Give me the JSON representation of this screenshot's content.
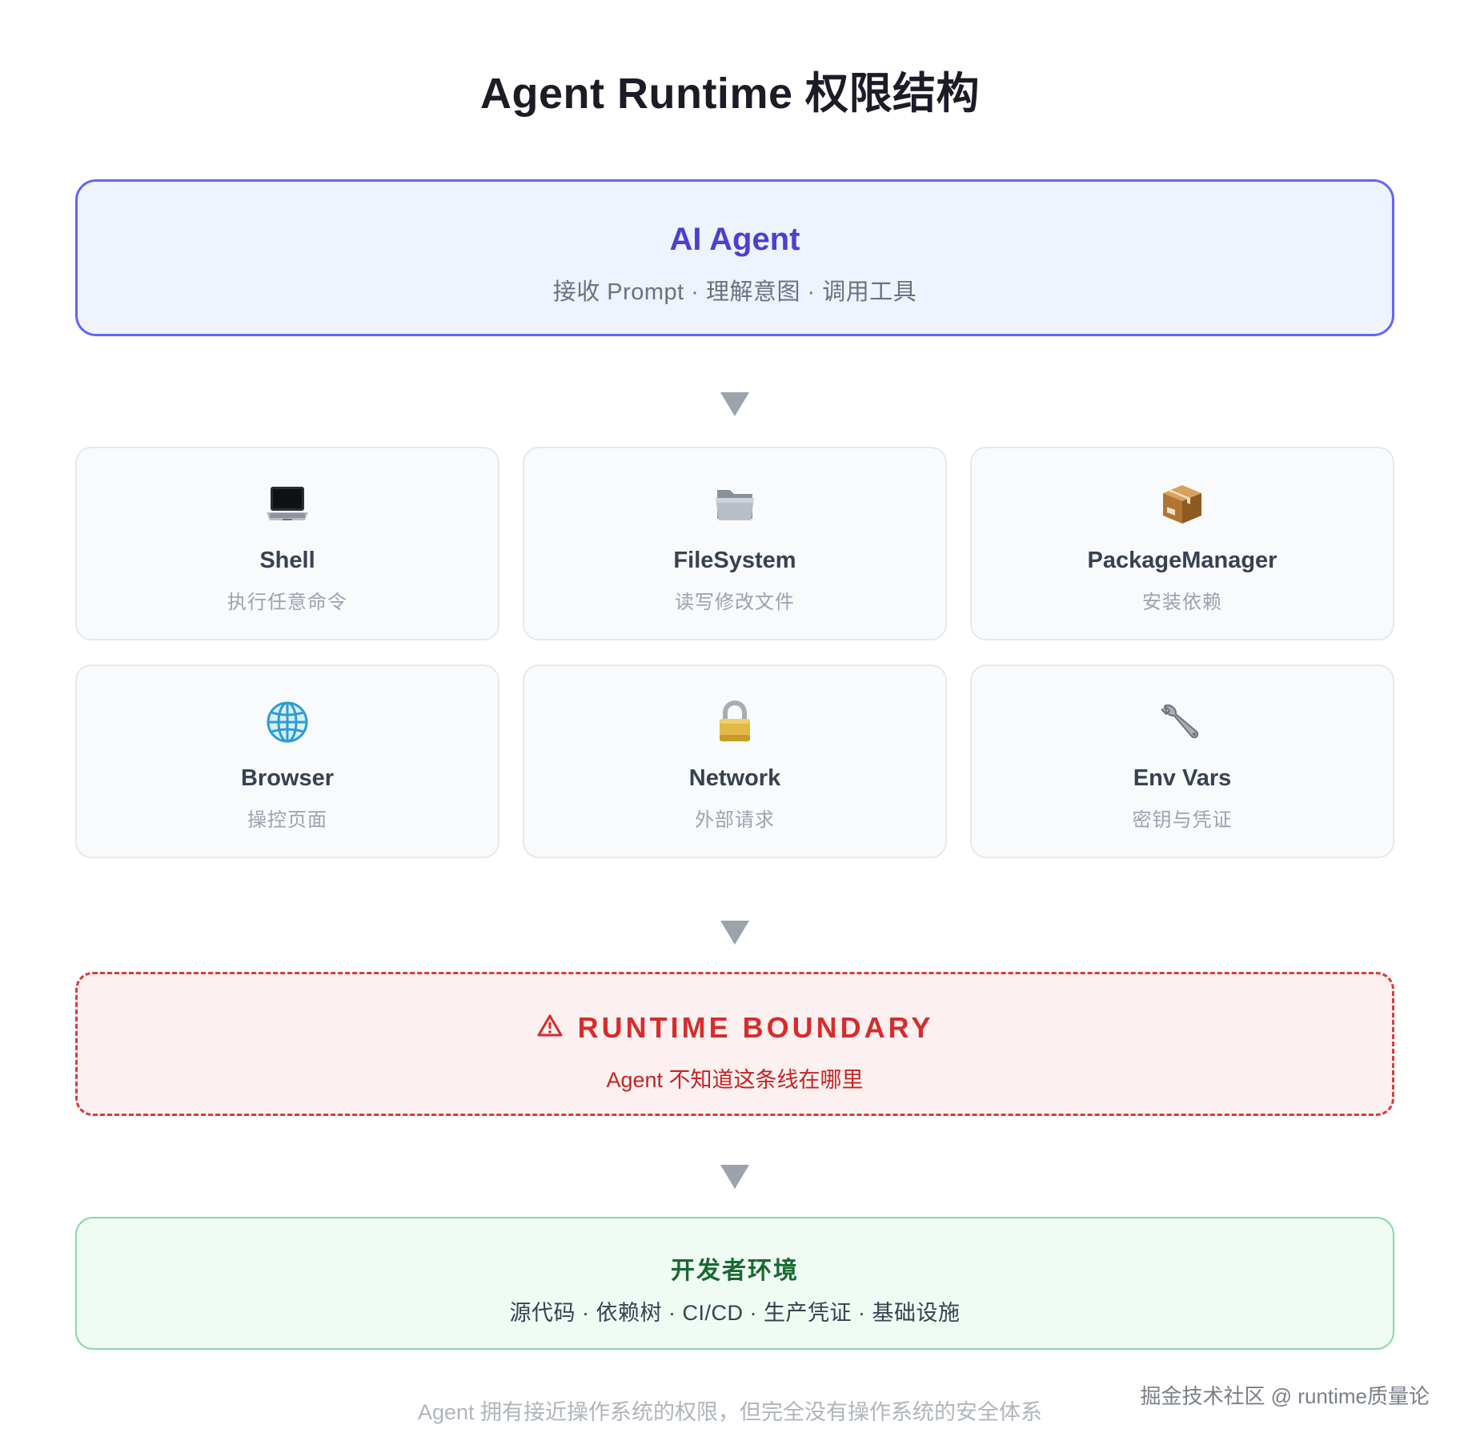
{
  "title": "Agent Runtime 权限结构",
  "agent": {
    "title": "AI Agent",
    "subtitle": "接收 Prompt · 理解意图 · 调用工具"
  },
  "tools": [
    {
      "icon": "laptop-icon",
      "name": "Shell",
      "desc": "执行任意命令"
    },
    {
      "icon": "folder-icon",
      "name": "FileSystem",
      "desc": "读写修改文件"
    },
    {
      "icon": "package-icon",
      "name": "PackageManager",
      "desc": "安装依赖"
    },
    {
      "icon": "globe-icon",
      "name": "Browser",
      "desc": "操控页面"
    },
    {
      "icon": "lock-icon",
      "name": "Network",
      "desc": "外部请求"
    },
    {
      "icon": "wrench-icon",
      "name": "Env Vars",
      "desc": "密钥与凭证"
    }
  ],
  "boundary": {
    "icon": "warning-icon",
    "title": "RUNTIME BOUNDARY",
    "subtitle": "Agent 不知道这条线在哪里"
  },
  "dev_env": {
    "title": "开发者环境",
    "subtitle": "源代码 · 依赖树 · CI/CD · 生产凭证 · 基础设施"
  },
  "footer": "Agent 拥有接近操作系统的权限，但完全没有操作系统的安全体系",
  "watermark": "掘金技术社区 @ runtime质量论",
  "colors": {
    "agent_border": "#6366f1",
    "agent_title": "#4f3fd0",
    "boundary_border": "#dc3b3b",
    "boundary_text": "#d72c2c",
    "dev_border": "#86d9a4",
    "dev_title": "#176b2f",
    "arrow": "#9ca3af"
  }
}
